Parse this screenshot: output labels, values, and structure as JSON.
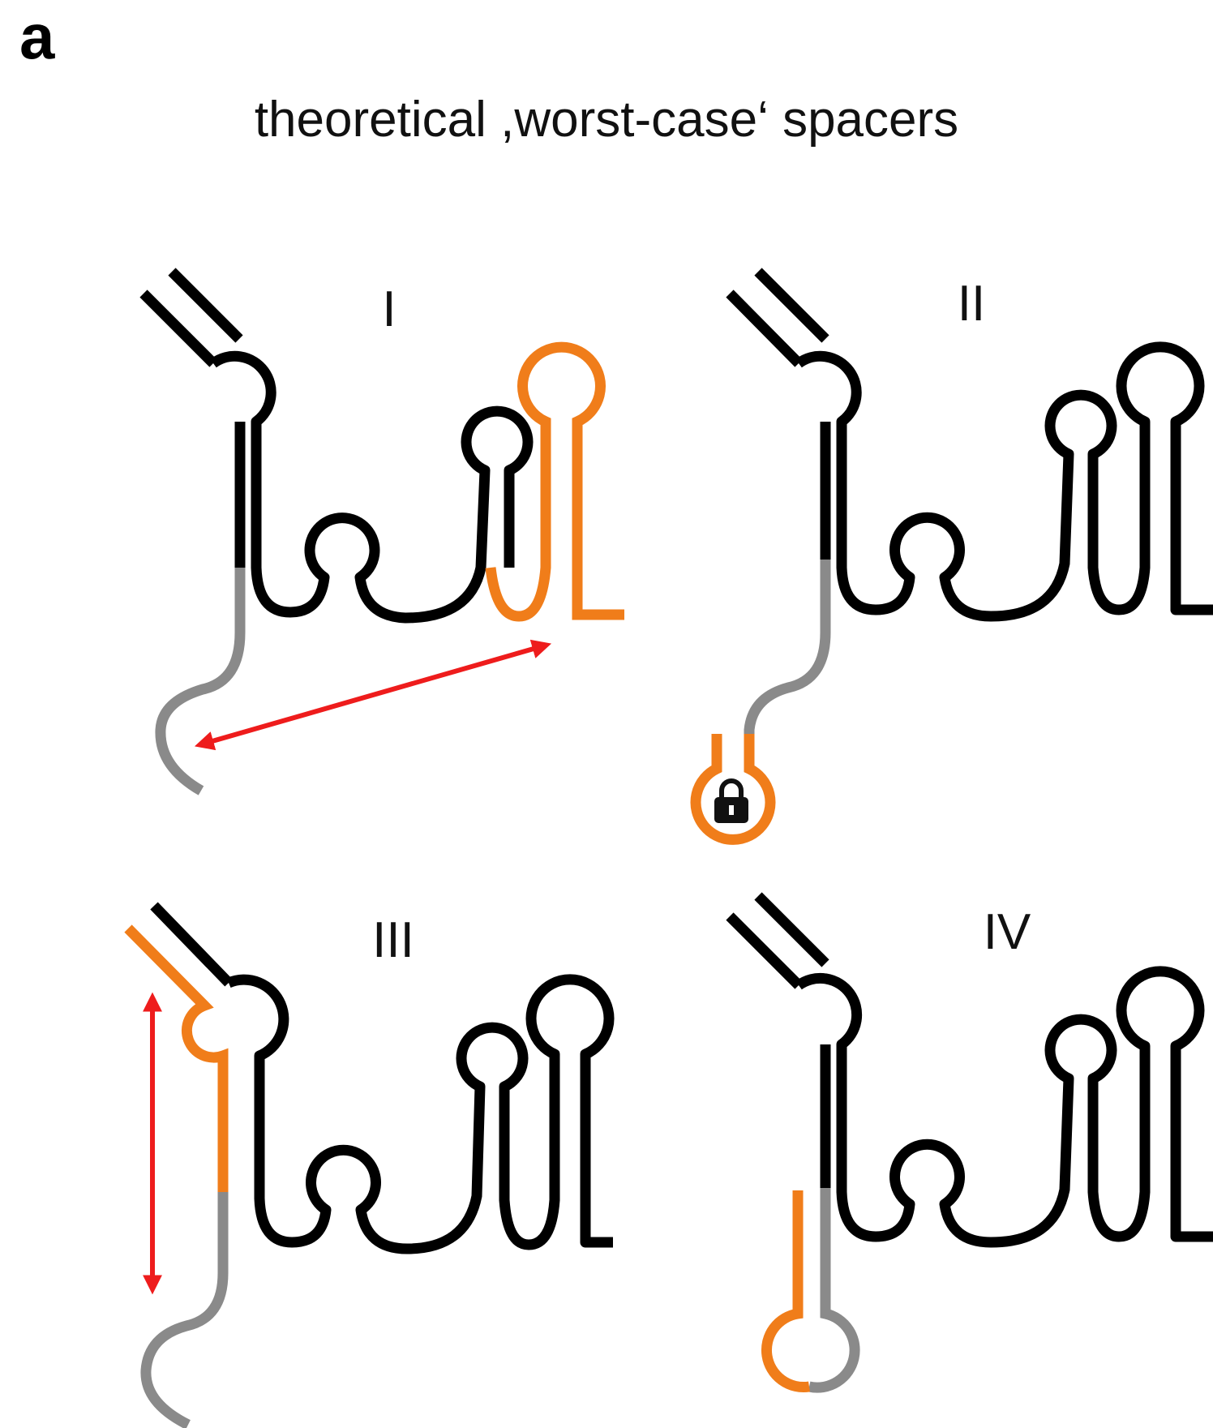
{
  "panel_letter": "a",
  "title": "theoretical ,worst-case‘ spacers",
  "panels": [
    {
      "id": "I",
      "label": "I"
    },
    {
      "id": "II",
      "label": "II"
    },
    {
      "id": "III",
      "label": "III"
    },
    {
      "id": "IV",
      "label": "IV"
    }
  ],
  "colors": {
    "scaffold": "#000000",
    "spacer": "#8a8a8a",
    "worst_case_highlight": "#f07d1a",
    "interaction_arrow": "#ee1c1c"
  }
}
